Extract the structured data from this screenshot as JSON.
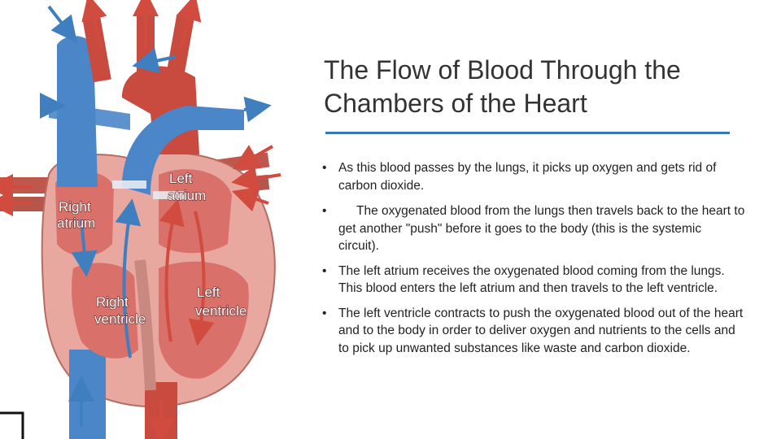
{
  "slide": {
    "title": "The Flow of Blood Through the Chambers of the Heart",
    "bullet_glyph": "•",
    "bullets": [
      "As this blood passes by the lungs, it picks up oxygen and gets rid of carbon dioxide.",
      "The oxygenated blood from the lungs then travels back to the heart to get another \"push\" before it goes to the body (this is the systemic circuit).",
      "The left atrium receives the oxygenated blood coming from the lungs. This blood enters the left atrium and then travels to the left ventricle.",
      "The left ventricle contracts to push the oxygenated blood out of the heart and to the body in order to deliver oxygen and nutrients to the cells and to pick up unwanted substances like waste and carbon dioxide."
    ]
  },
  "diagram": {
    "labels": {
      "right_atrium_1": "Right",
      "right_atrium_2": "atrium",
      "left_atrium_1": "Left",
      "left_atrium_2": "atrium",
      "right_ventricle_1": "Right",
      "right_ventricle_2": "ventricle",
      "left_ventricle_1": "Left",
      "left_ventricle_2": "ventricle"
    },
    "colors": {
      "deoxygenated": "#4a86c8",
      "oxygenated": "#c94a3e",
      "muscle": "#e8a8a0",
      "chamber": "#d9706a",
      "arrow_red": "#d24b3f",
      "arrow_blue": "#3f7fbf"
    }
  }
}
